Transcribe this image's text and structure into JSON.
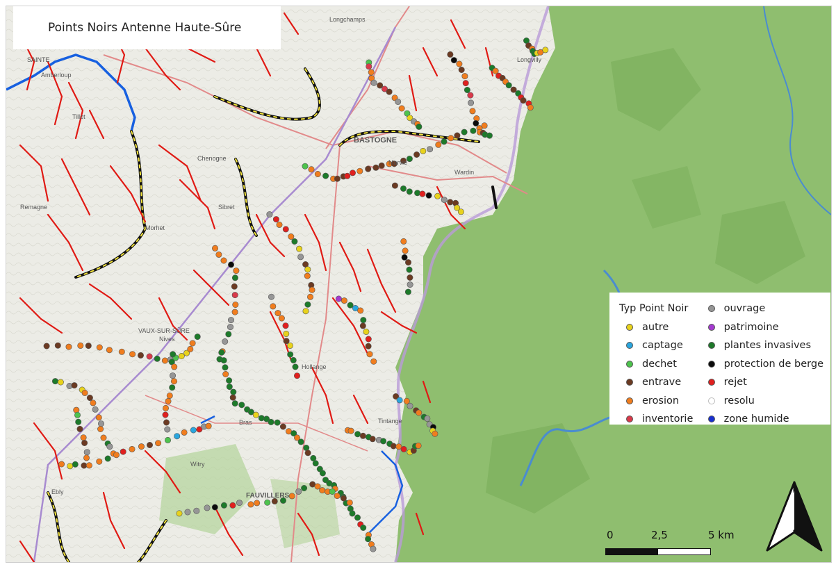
{
  "title": "Points Noirs Antenne Haute-Sûre",
  "legend": {
    "heading": "Typ Point Noir",
    "items": [
      {
        "label": "autre",
        "color": "#e8d21c"
      },
      {
        "label": "captage",
        "color": "#2aa6de"
      },
      {
        "label": "dechet",
        "color": "#4dc24d"
      },
      {
        "label": "entrave",
        "color": "#6b3a22"
      },
      {
        "label": "erosion",
        "color": "#f07d1e"
      },
      {
        "label": "inventorie",
        "color": "#d93a4a"
      },
      {
        "label": "ouvrage",
        "color": "#969696"
      },
      {
        "label": "patrimoine",
        "color": "#a43ad0"
      },
      {
        "label": "plantes invasives",
        "color": "#1d7a2a"
      },
      {
        "label": "protection de berge",
        "color": "#0b0b0b"
      },
      {
        "label": "rejet",
        "color": "#e0201e"
      },
      {
        "label": "resolu",
        "color": "#ffffff"
      },
      {
        "label": "zone humide",
        "color": "#1830d0"
      }
    ]
  },
  "scalebar": {
    "labels": [
      "0",
      "2,5",
      "5 km"
    ]
  },
  "place_labels": [
    {
      "id": "bastogne",
      "text": "BASTOGNE"
    },
    {
      "id": "vaux",
      "text": "VAUX-SUR-SÛRE"
    },
    {
      "id": "fauvillers",
      "text": "FAUVILLERS"
    },
    {
      "id": "longvilly",
      "text": "Longvilly"
    },
    {
      "id": "wardin",
      "text": "Wardin"
    },
    {
      "id": "hollange",
      "text": "Hollange"
    },
    {
      "id": "tintange",
      "text": "Tintange"
    },
    {
      "id": "sibret",
      "text": "Sibret"
    },
    {
      "id": "morhet",
      "text": "Morhet"
    },
    {
      "id": "remagne",
      "text": "Remagne"
    },
    {
      "id": "amberloup",
      "text": "Amberloup"
    },
    {
      "id": "tillet",
      "text": "Tillet"
    },
    {
      "id": "ebly",
      "text": "Ebly"
    },
    {
      "id": "witry",
      "text": "Witry"
    },
    {
      "id": "sainte",
      "text": "SAINTE"
    },
    {
      "id": "longchamps",
      "text": "Longchamps"
    },
    {
      "id": "nives",
      "text": "Nives"
    },
    {
      "id": "chenogne",
      "text": "Chenogne"
    },
    {
      "id": "bras",
      "text": "Bras"
    },
    {
      "id": "marvie",
      "text": "Marvie"
    }
  ],
  "colors": {
    "forest": "#8fbe6f",
    "forest_dark": "#7aae5a",
    "farmland": "#ecece6",
    "stream_red": "#e01a14",
    "stream_black": "#111111",
    "stream_dash": "#f2e23a",
    "river_blue": "#1760e0",
    "road": "#e28a8a",
    "motorway": "#a88bd0",
    "border": "#b99bd8"
  }
}
